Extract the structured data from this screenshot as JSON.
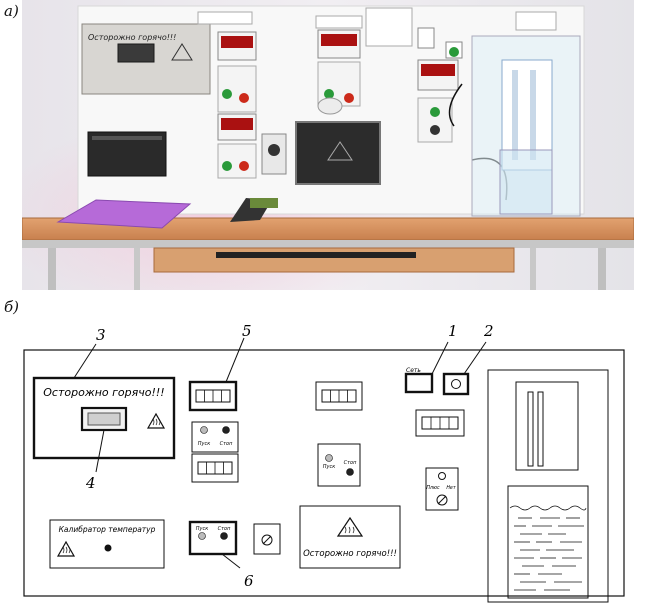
{
  "figure": {
    "label_a": "а)",
    "label_b": "б)"
  },
  "photo": {
    "warning_text": "Осторожно горячо!!!"
  },
  "scheme": {
    "warning_text_main": "Осторожно горячо!!!",
    "warning_text_bottom": "Осторожно горячо!!!",
    "calibrator_text": "Калибратор температур",
    "set_label": "Сеть",
    "pusk": "Пуск",
    "stop": "Стоп",
    "plus_label": "Плюс",
    "minus_label": "Нет",
    "callouts": [
      "1",
      "2",
      "3",
      "4",
      "5",
      "6"
    ]
  }
}
